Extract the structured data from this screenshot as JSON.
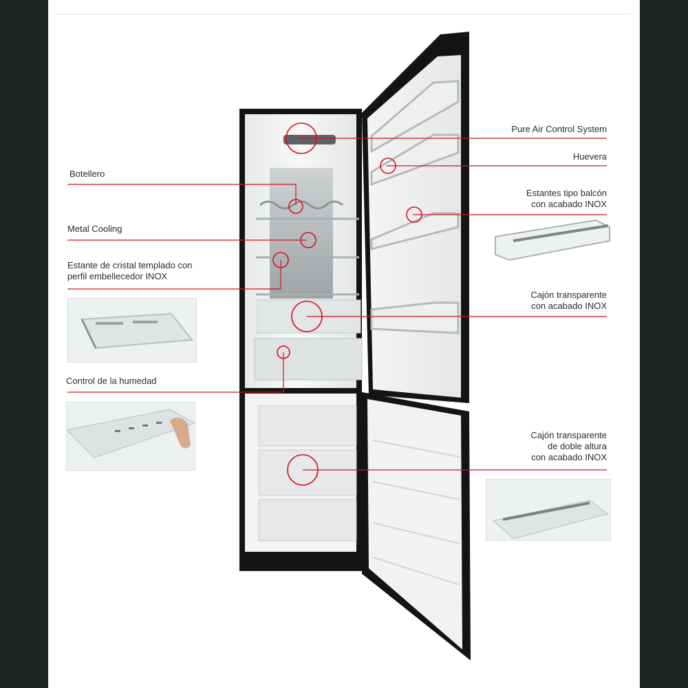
{
  "labels": {
    "pure_air": "Pure Air Control System",
    "huevera": "Huevera",
    "balcon_1": "Estantes tipo balcón",
    "balcon_2": "con acabado INOX",
    "cajon_1": "Cajón transparente",
    "cajon_2": "con acabado INOX",
    "doble_1": "Cajón transparente",
    "doble_2": "de doble altura",
    "doble_3": "con acabado INOX",
    "botellero": "Botellero",
    "metal": "Metal Cooling",
    "estante_1": "Estante de cristal templado con",
    "estante_2": "perfil embellecedor INOX",
    "humedad": "Control de la humedad"
  },
  "colors": {
    "accent_line": "#d0141c",
    "fridge_body": "#111111",
    "interior": "#f2f2f2",
    "frame": "#1f2222"
  },
  "icons": {
    "callout_marker": "red-circle-ring"
  }
}
